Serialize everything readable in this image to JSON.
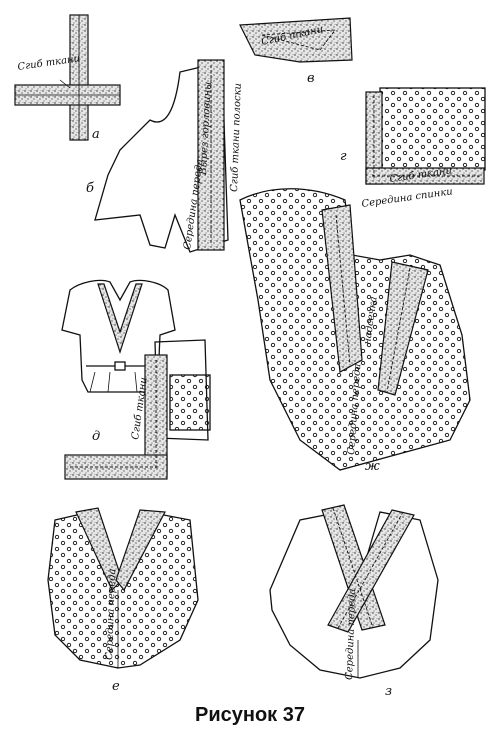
{
  "caption": "Рисунок 37",
  "panels": {
    "a": {
      "letter": "а",
      "label_fold": "Сгиб ткани"
    },
    "b": {
      "letter": "б",
      "label_neck": "Вырез горловины",
      "label_front": "Середина переда",
      "label_fold_strip": "Сгиб ткани полоски"
    },
    "v": {
      "letter": "в",
      "label_fold": "Сгиб ткани"
    },
    "g": {
      "letter": "г",
      "label_fold": "Сгиб ткани",
      "label_back": "Середина спинки"
    },
    "d": {
      "letter": "д",
      "label_fold": "Сгиб ткани"
    },
    "zh": {
      "letter": "ж",
      "label_notch": "надсечка",
      "label_front": "Середина переда"
    },
    "e": {
      "letter": "е",
      "label_front": "Середина переда"
    },
    "z": {
      "letter": "з",
      "label_front": "Середина переда"
    }
  }
}
